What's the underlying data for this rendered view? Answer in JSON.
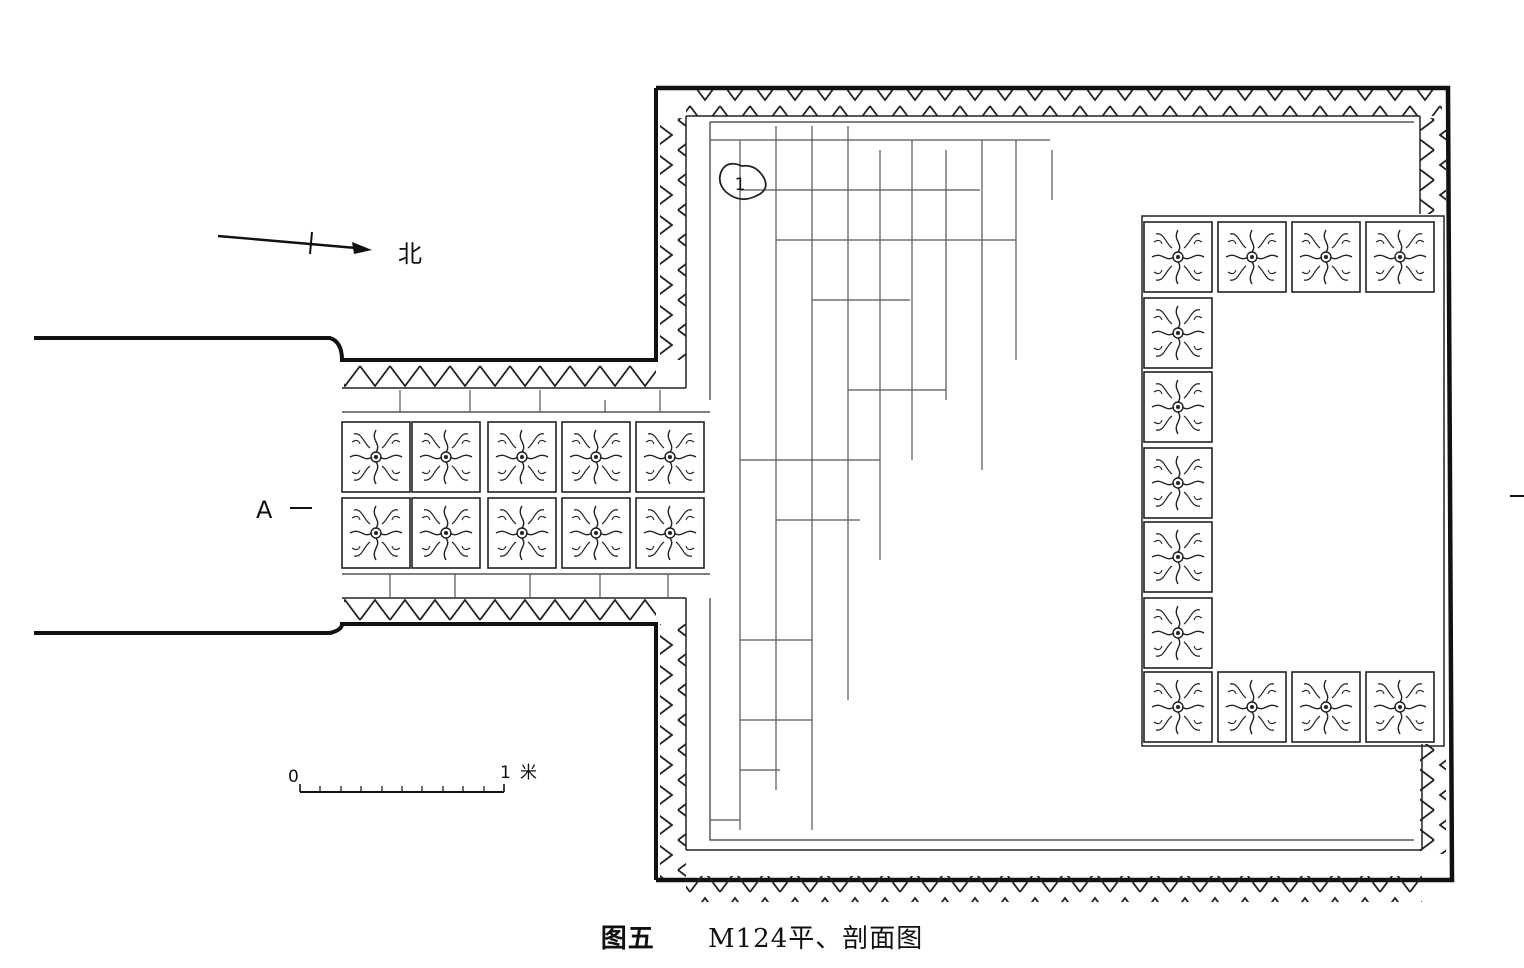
{
  "north_label": "北",
  "section_marker": "A",
  "scale": {
    "start": "0",
    "end": "1",
    "unit": "米"
  },
  "caption": {
    "figure": "图五",
    "title": "M124平、剖面图"
  },
  "stone_label": "1"
}
